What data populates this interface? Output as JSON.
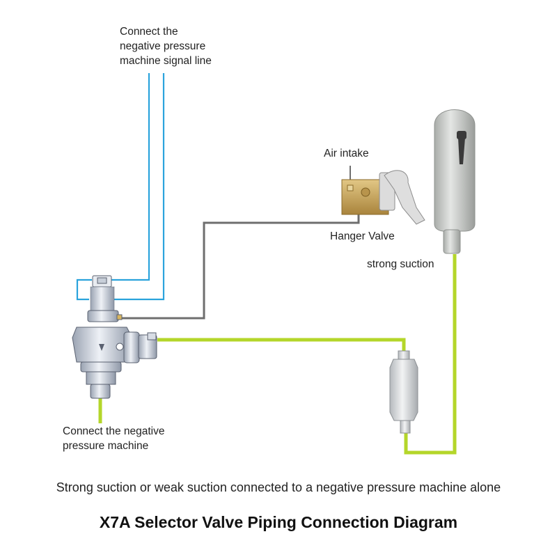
{
  "labels": {
    "signal_line": [
      "Connect the",
      "negative pressure",
      "machine signal line"
    ],
    "air_intake": "Air intake",
    "hanger_valve": "Hanger Valve",
    "strong_suction": "strong suction",
    "negative_machine": [
      "Connect the negative",
      "pressure machine"
    ]
  },
  "caption": "Strong suction or weak suction connected to a negative pressure machine alone",
  "title": "X7A Selector Valve Piping Connection Diagram",
  "colors": {
    "signal_line": "#2aa3dc",
    "air_line": "#6e6e6e",
    "suction_line": "#b4d62a",
    "brass": "#c9a55a",
    "valve_body": "#c8cfd9",
    "handpiece": "#c4c7c4"
  }
}
